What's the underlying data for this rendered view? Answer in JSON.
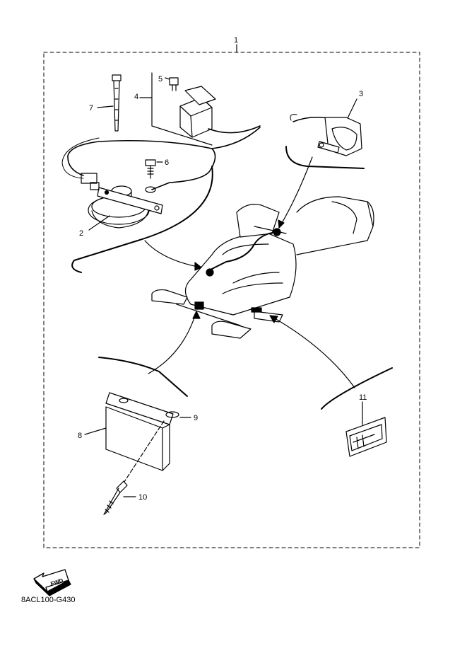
{
  "diagram": {
    "callouts": {
      "c1": "1",
      "c2": "2",
      "c3": "3",
      "c4": "4",
      "c5": "5",
      "c6": "6",
      "c7": "7",
      "c8": "8",
      "c9": "9",
      "c10": "10",
      "c11": "11"
    },
    "fwd_label": "FWD",
    "drawing_code": "8ACL100-G430"
  },
  "icons": [
    "fwd-arrow-icon",
    "snowmobile",
    "horn",
    "fuse-box",
    "handlebar-switch",
    "cable-tie",
    "bolt",
    "rivet",
    "plate",
    "reflector"
  ]
}
